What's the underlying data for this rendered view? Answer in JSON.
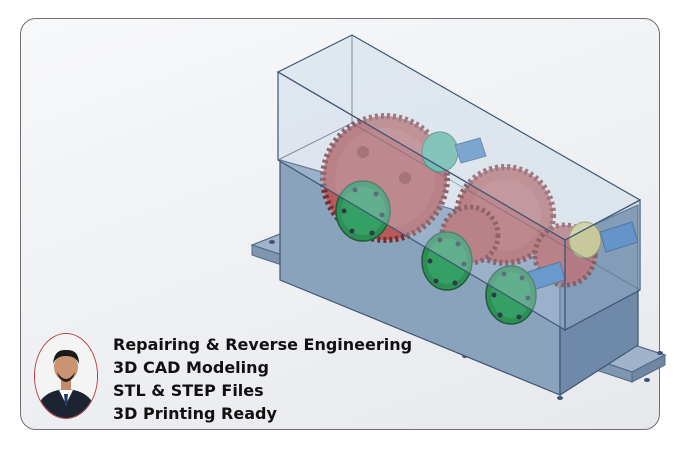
{
  "features": [
    "Repairing & Reverse Engineering",
    "3D CAD Modeling",
    "STL & STEP Files",
    "3D Printing Ready"
  ],
  "colors": {
    "border": "#6f6f6f",
    "housing": "#8aa3bd",
    "gear": "#b85a5a",
    "flange": "#2d8f55",
    "shaft": "#3f7fc0",
    "portrait_ring": "#b93a3a"
  },
  "icons": [
    "gearbox-model",
    "person-avatar"
  ]
}
